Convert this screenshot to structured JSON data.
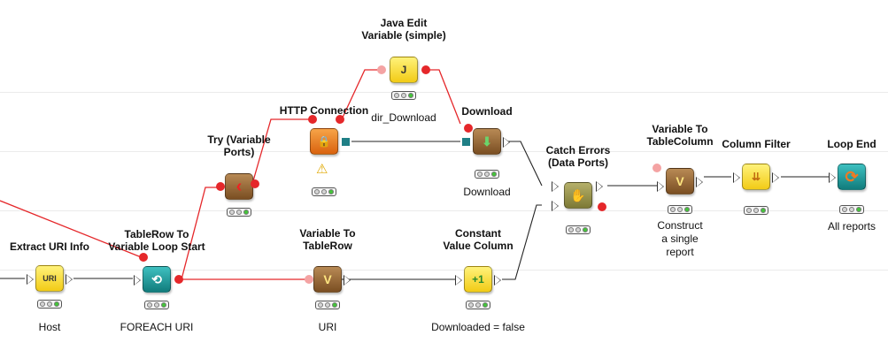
{
  "colors": {
    "variable_wire": "#e5272a",
    "data_wire": "#222222",
    "grid": "#ebebeb",
    "node_yellow": "#f6d21a",
    "node_teal": "#1b9a9a",
    "node_brown": "#8a5a2b",
    "node_orange": "#e8781e",
    "node_olive": "#8e8a44",
    "status_green": "#44c43a"
  },
  "nodes": {
    "extract_uri_info": {
      "title": [
        "Extract URI Info"
      ],
      "label": "Host",
      "icon": "uri-icon",
      "glyph": "URI"
    },
    "tablerow_to_var_loop": {
      "title": [
        "TableRow To",
        "Variable Loop Start"
      ],
      "label": "FOREACH URI",
      "icon": "loop-start-icon",
      "glyph": "⟲"
    },
    "try_variable_ports": {
      "title": [
        "Try (Variable",
        "Ports)"
      ],
      "label": "",
      "icon": "try-icon",
      "glyph": "‹"
    },
    "http_connection": {
      "title": [
        "HTTP Connection"
      ],
      "label": "",
      "icon": "lock-icon",
      "glyph": "🔒"
    },
    "java_edit_variable": {
      "title": [
        "Java Edit",
        "Variable (simple)"
      ],
      "label": "dir_Download",
      "icon": "java-icon",
      "glyph": "J"
    },
    "download": {
      "title": [
        "Download"
      ],
      "label": "Download",
      "icon": "download-icon",
      "glyph": "⬇"
    },
    "variable_to_tablerow": {
      "title": [
        "Variable To",
        "TableRow"
      ],
      "label": "URI",
      "icon": "variable-table-icon",
      "glyph": "V"
    },
    "constant_value_column": {
      "title": [
        "Constant",
        "Value Column"
      ],
      "label": "Downloaded = false",
      "icon": "constant-icon",
      "glyph": "+1"
    },
    "catch_errors": {
      "title": [
        "Catch Errors",
        "(Data Ports)"
      ],
      "label": "",
      "icon": "catch-hand-icon",
      "glyph": "✋"
    },
    "variable_to_tablecolumn": {
      "title": [
        "Variable To",
        "TableColumn"
      ],
      "label": "Construct\na single report",
      "icon": "variable-column-icon",
      "glyph": "V"
    },
    "column_filter": {
      "title": [
        "Column Filter"
      ],
      "label": "",
      "icon": "filter-icon",
      "glyph": "⇊"
    },
    "loop_end": {
      "title": [
        "Loop End"
      ],
      "label": "All reports",
      "icon": "loop-end-icon",
      "glyph": "⟳"
    }
  },
  "warning": {
    "icon": "warning-icon",
    "glyph": "⚠"
  }
}
